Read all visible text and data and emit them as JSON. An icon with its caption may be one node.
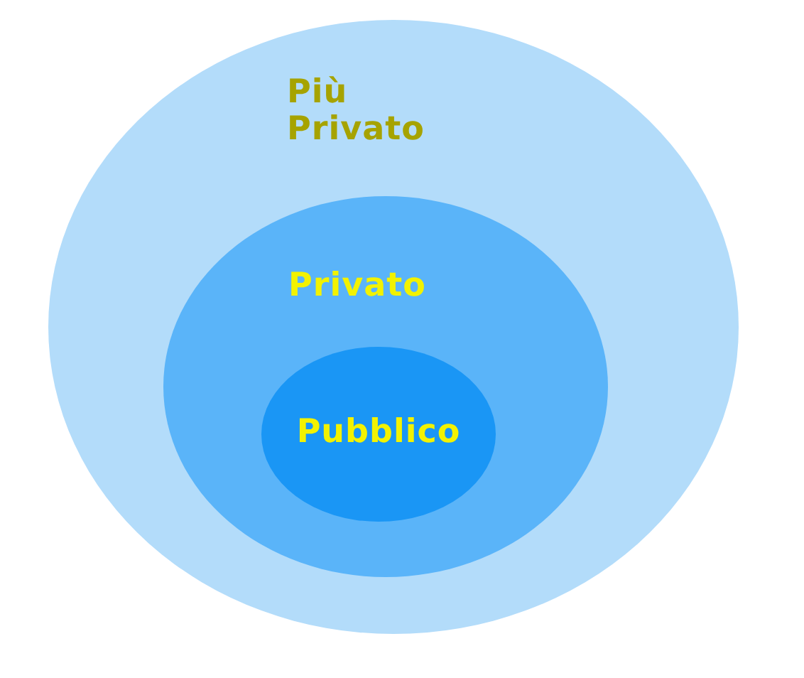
{
  "diagram": {
    "nodes": [
      {
        "text": [
          "Più Privato"
        ]
      },
      {
        "text": [
          "Privato"
        ],
        "in": 0
      },
      {
        "text": [
          "Pubblico"
        ],
        "in": 1
      }
    ]
  }
}
